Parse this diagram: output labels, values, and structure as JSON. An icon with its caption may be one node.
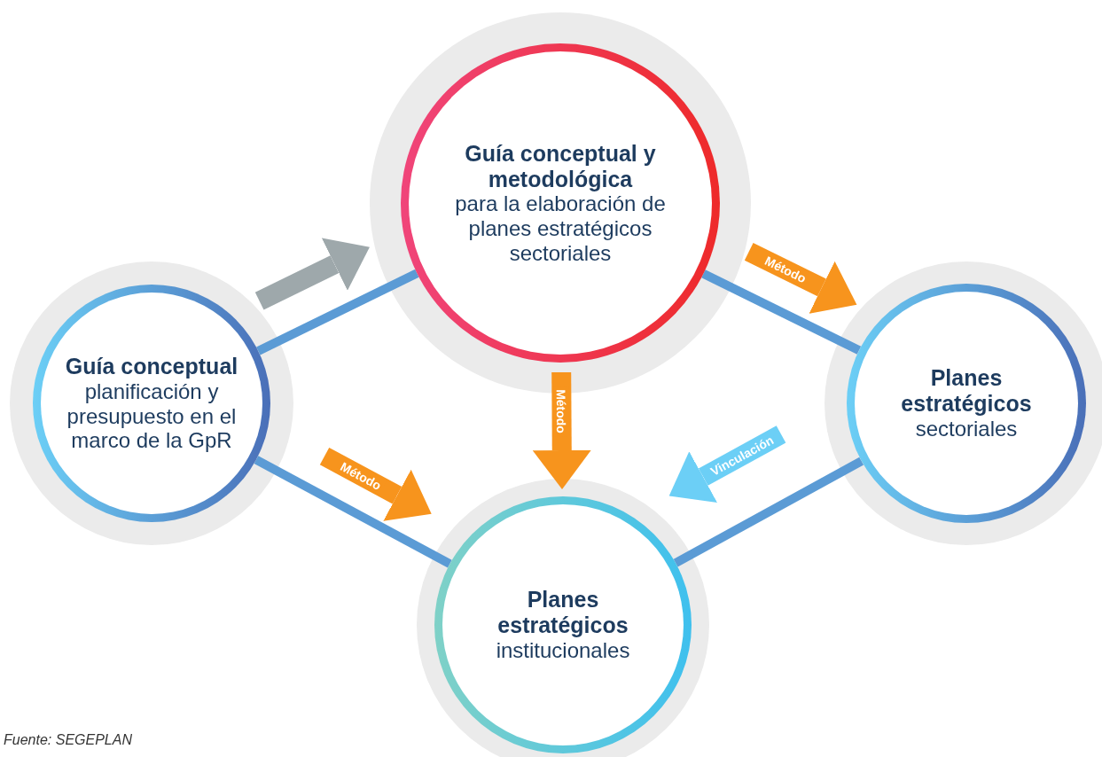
{
  "diagram": {
    "caption": "Fuente: SEGEPLAN",
    "nodes": [
      {
        "text": [
          "Guía conceptual",
          "planificación y presupuesto en el marco de la GpR"
        ]
      },
      {
        "text": [
          "Guía conceptual y metodológica",
          "para la elaboración de planes estratégicos sectoriales"
        ]
      },
      {
        "text": [
          "Planes estratégicos",
          "sectoriales"
        ]
      },
      {
        "text": [
          "Planes estratégicos",
          "institucionales"
        ]
      }
    ],
    "edges": [
      {
        "from": 0,
        "to": 1,
        "arrow": "none"
      },
      {
        "from": 1,
        "to": 2,
        "arrow": "none"
      },
      {
        "from": 0,
        "to": 3,
        "arrow": "none"
      },
      {
        "from": 2,
        "to": 3,
        "arrow": "none"
      },
      {
        "from": 0,
        "to": 1,
        "arrow": "to",
        "color": "#9ea8ab"
      },
      {
        "from": 1,
        "to": 2,
        "arrow": "to",
        "label": "Método",
        "color": "#f7941d"
      },
      {
        "from": 1,
        "to": 3,
        "arrow": "to",
        "label": "Método",
        "color": "#f7941d"
      },
      {
        "from": 0,
        "to": 3,
        "arrow": "to",
        "label": "Método",
        "color": "#f7941d"
      },
      {
        "from": 2,
        "to": 3,
        "arrow": "to",
        "label": "Vinculación",
        "color": "#6ccff6"
      }
    ]
  }
}
